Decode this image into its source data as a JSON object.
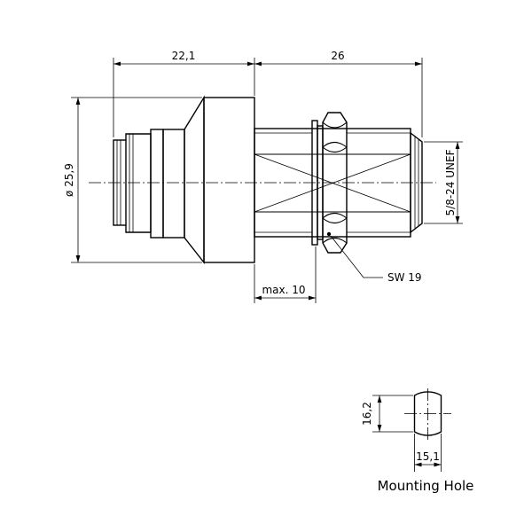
{
  "dimensions": {
    "length_front": "22,1",
    "length_rear": "26",
    "diameter": "ø 25,9",
    "thread": "5/8-24 UNEF",
    "panel_thickness": "max. 10",
    "wrench_size": "SW 19",
    "hole_height": "16,2",
    "hole_width": "15,1"
  },
  "caption": "Mounting Hole"
}
